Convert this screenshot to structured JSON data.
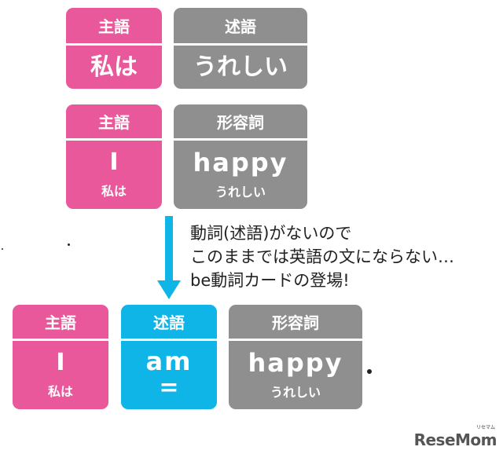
{
  "row1": {
    "subject": {
      "label": "主語",
      "main": "私は"
    },
    "predicate": {
      "label": "述語",
      "main": "うれしい"
    }
  },
  "row2": {
    "subject": {
      "label": "主語",
      "main": "I",
      "sub": "私は"
    },
    "adjective": {
      "label": "形容詞",
      "main": "happy",
      "sub": "うれしい"
    }
  },
  "note": {
    "line1": "動詞(述語)がないので",
    "line2": "このままでは英語の文にならない…",
    "line3": "be動詞カードの登場!"
  },
  "row3": {
    "subject": {
      "label": "主語",
      "main": "I",
      "sub": "私は"
    },
    "predicate": {
      "label": "述語",
      "main": "am",
      "sub": "="
    },
    "adjective": {
      "label": "形容詞",
      "main": "happy",
      "sub": "うれしい"
    }
  },
  "watermark": {
    "brand": "ReseMom",
    "kana": "リセマム"
  },
  "colors": {
    "subject": "#e8589a",
    "predicate_gray": "#8f8f8f",
    "be_verb": "#10b5e8",
    "arrow": "#10b5e8"
  }
}
